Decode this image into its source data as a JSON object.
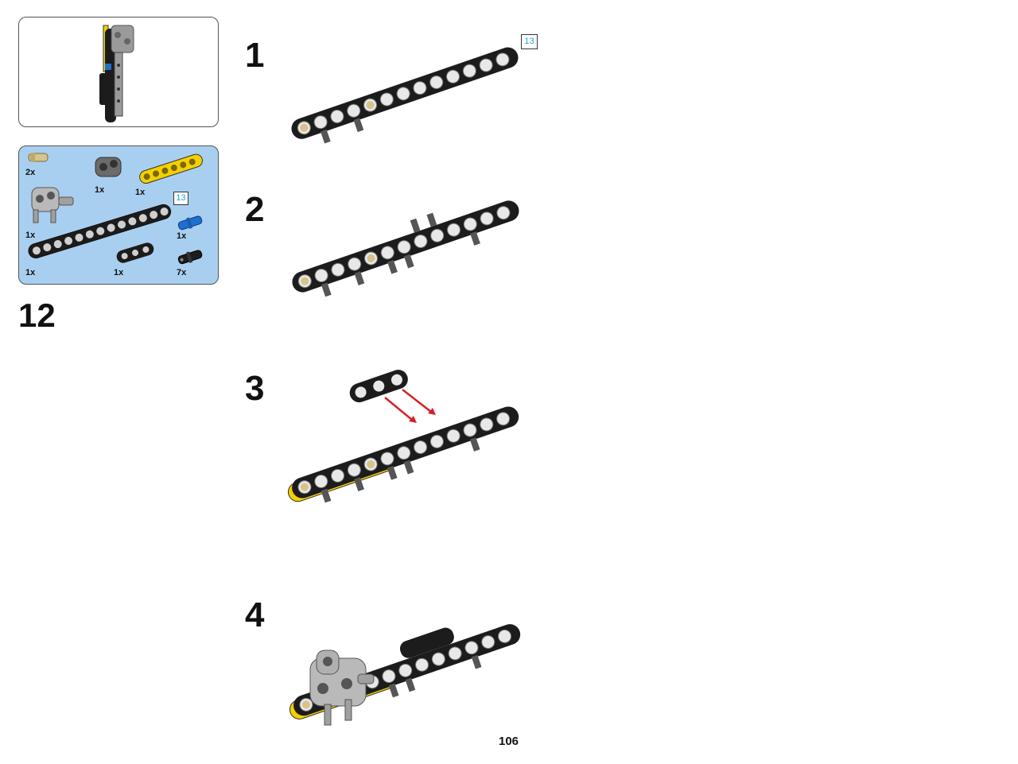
{
  "page": {
    "number": "106",
    "main_step": "12"
  },
  "parts_list": [
    {
      "part": "tan-axle-pin",
      "qty": "2x"
    },
    {
      "part": "dark-gray-connector",
      "qty": "1x"
    },
    {
      "part": "yellow-beam-7",
      "qty": "1x"
    },
    {
      "part": "light-gray-hub",
      "qty": "1x"
    },
    {
      "part": "black-beam-13",
      "qty": "1x",
      "ref": "13"
    },
    {
      "part": "blue-pin",
      "qty": "1x"
    },
    {
      "part": "black-beam-3",
      "qty": "1x"
    },
    {
      "part": "black-friction-pin",
      "qty": "7x"
    }
  ],
  "steps": [
    {
      "label": "1",
      "ref": "13"
    },
    {
      "label": "2"
    },
    {
      "label": "3"
    },
    {
      "label": "4"
    }
  ],
  "colors": {
    "parts_bg": "#a9cff0",
    "beam_black": "#1c1c1c",
    "beam_yellow": "#f4d000",
    "pin_gray": "#9a9a9a",
    "pin_tan": "#d8c38a",
    "pin_blue": "#1f6fd0",
    "arrow_red": "#d61f26",
    "ref_blue": "#2aa0d8"
  }
}
